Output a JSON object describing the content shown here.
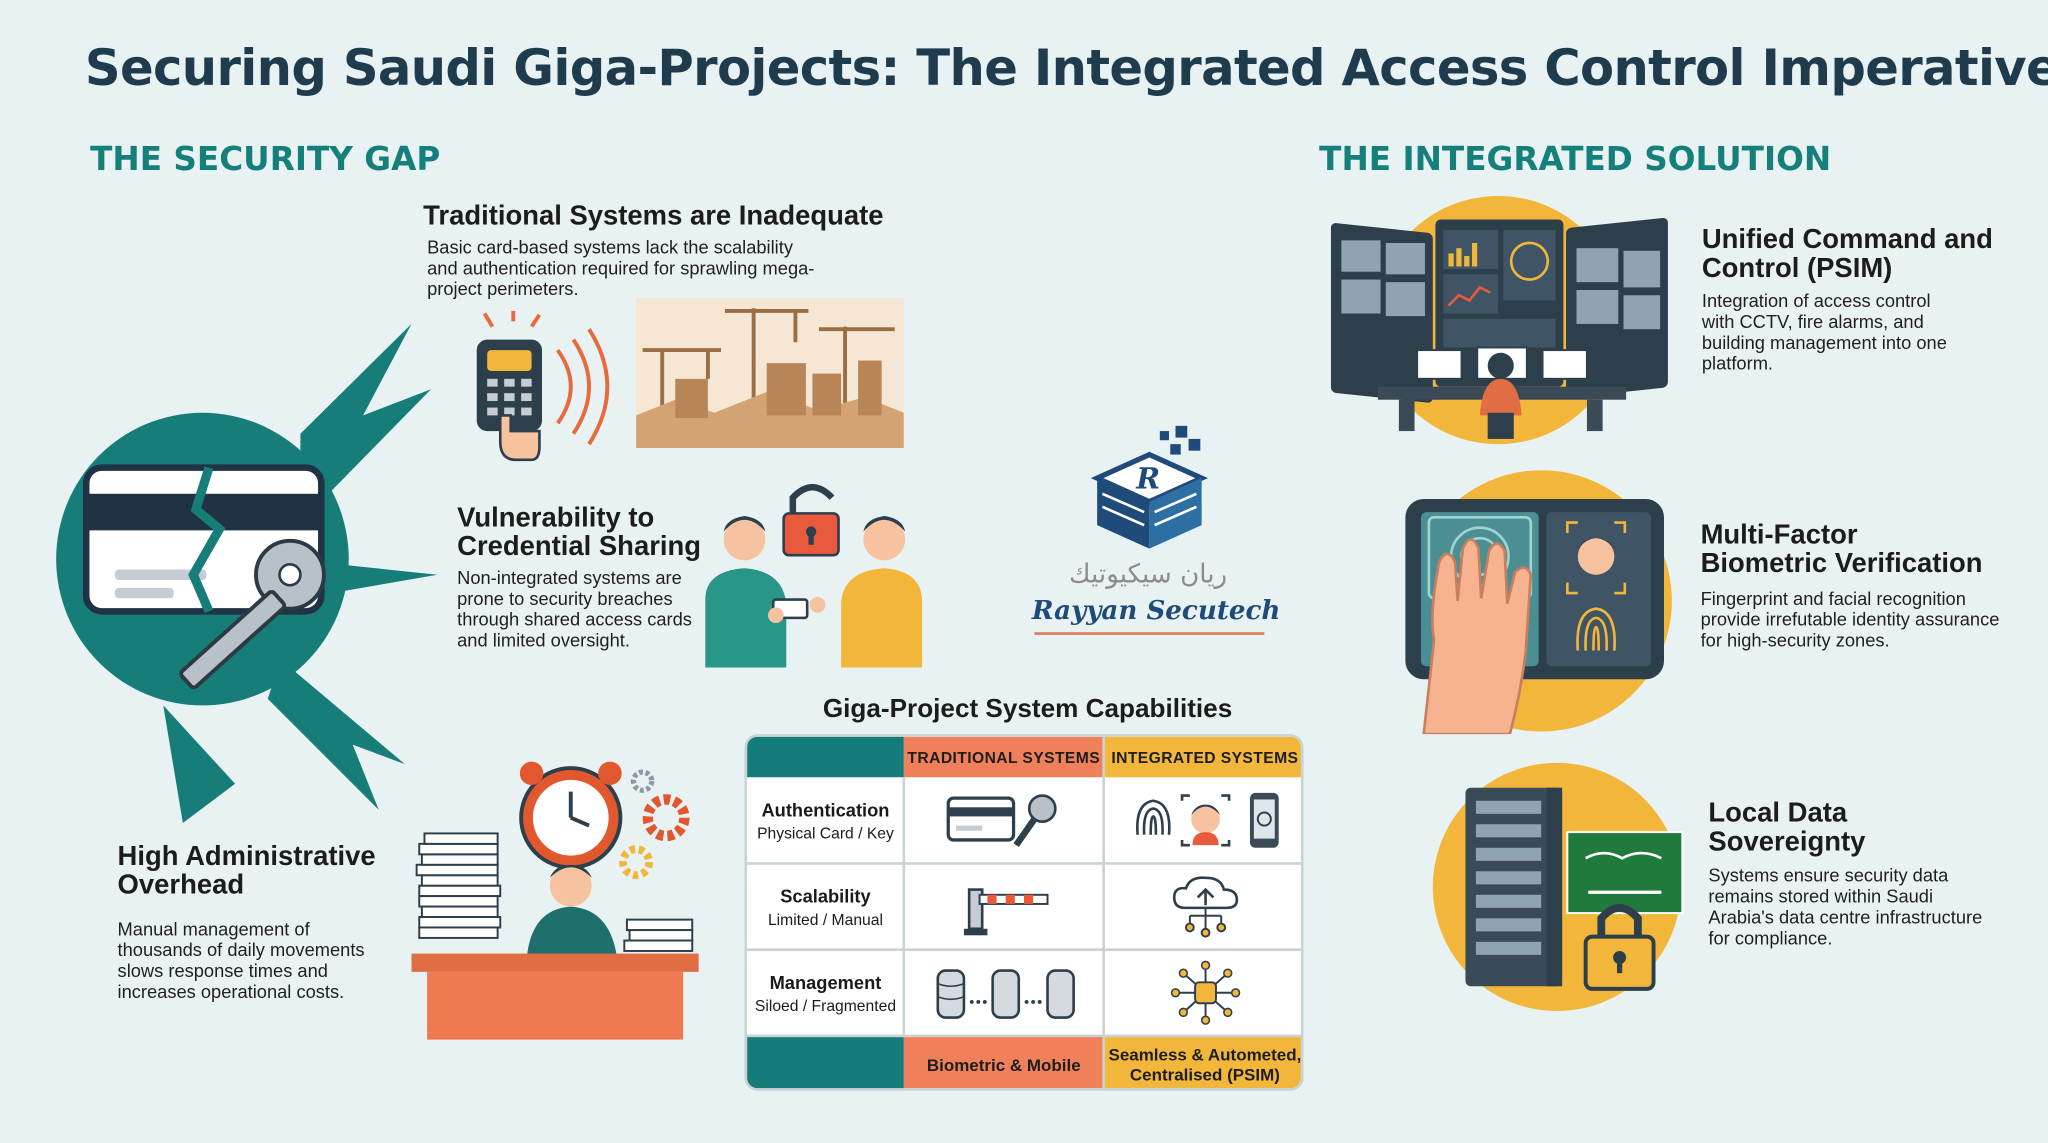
{
  "title": "Securing Saudi Giga-Projects: The Integrated Access Control Imperative",
  "left_section": {
    "heading": "THE SECURITY GAP",
    "blocks": [
      {
        "title": "Traditional Systems are Inadequate",
        "text": "Basic card-based systems lack the scalability and authentication required for sprawling mega-project perimeters."
      },
      {
        "title": "Vulnerability to Credential Sharing",
        "text": "Non-integrated systems are prone to security breaches through shared access cards and limited oversight."
      },
      {
        "title": "High Administrative Overhead",
        "text": "Manual management of thousands of daily movements slows response times and increases operational costs."
      }
    ]
  },
  "right_section": {
    "heading": "THE INTEGRATED SOLUTION",
    "blocks": [
      {
        "title": "Unified Command and Control (PSIM)",
        "text": "Integration of access control with CCTV, fire alarms, and building management into one platform."
      },
      {
        "title": "Multi-Factor Biometric Verification",
        "text": "Fingerprint and facial recognition provide irrefutable identity assurance for high-security zones."
      },
      {
        "title": "Local Data Sovereignty",
        "text": "Systems ensure security data remains stored within Saudi Arabia's data centre infrastructure for compliance."
      }
    ]
  },
  "logo": {
    "arabic": "ريان سيكيوتيك",
    "name": "Rayyan Secutech"
  },
  "capabilities": {
    "title": "Giga-Project System Capabilities",
    "columns": [
      "TRADITIONAL SYSTEMS",
      "INTEGRATED SYSTEMS"
    ],
    "rows": [
      {
        "label": "Authentication",
        "sub": "Physical Card / Key"
      },
      {
        "label": "Scalability",
        "sub": "Limited / Manual"
      },
      {
        "label": "Management",
        "sub": "Siloed / Fragmented"
      }
    ],
    "footer": [
      "Biometric & Mobile",
      "Seamless & Autometed, Centralised (PSIM)"
    ]
  },
  "colors": {
    "teal": "#157c7a",
    "orange": "#f0805a",
    "yellow": "#f2b63b",
    "navy": "#1f3c4f",
    "background": "#e9f2f2"
  },
  "icons": [
    "broken-card-key-icon",
    "card-reader-icon",
    "construction-site-icon",
    "people-sharing-card-icon",
    "padlock-icon",
    "stressed-worker-icon",
    "alarm-clock-icon",
    "gear-icon",
    "control-room-icon",
    "biometric-tablet-icon",
    "server-rack-icon",
    "saudi-flag-icon",
    "fingerprint-icon",
    "face-id-icon",
    "phone-icon",
    "card-icon",
    "key-icon",
    "barrier-icon",
    "cloud-network-icon",
    "database-icon",
    "hub-network-icon"
  ]
}
